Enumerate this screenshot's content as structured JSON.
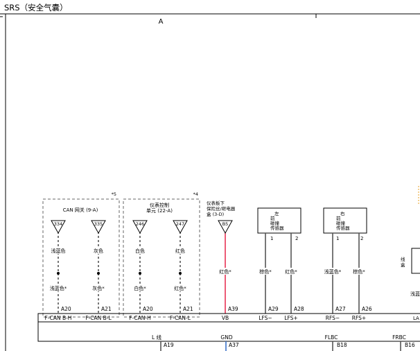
{
  "page_title": "SRS（安全气囊）",
  "zone_label": "A",
  "boxes": [
    {
      "note": "*5",
      "label": "CAN 网关 (9-A)"
    },
    {
      "note": "*4",
      "label_lines": [
        "仪表控制",
        "单元 (22-A)"
      ]
    }
  ],
  "dash_relay_label": [
    "仪表板下",
    "保险丝/继电器",
    "盒 (3-D)"
  ],
  "sensors": [
    {
      "name": "左前碰撞传感器",
      "lines": [
        "左",
        "前",
        "碰撞",
        "传感器"
      ],
      "pins": [
        "1",
        "2"
      ]
    },
    {
      "name": "右前碰撞传感器",
      "lines": [
        "右",
        "前",
        "碰撞",
        "传感器"
      ],
      "pins": [
        "1",
        "2"
      ]
    }
  ],
  "right_partial_label": [
    "线",
    "盒"
  ],
  "right_partial_color": "浅蓝",
  "connector_pins": [
    {
      "id": "334",
      "top_color": "浅蓝色",
      "bottom_color": "浅蓝色*",
      "cavity": "A20",
      "signal": "F-CAN B-H"
    },
    {
      "id": "335",
      "top_color": "灰色",
      "bottom_color": "灰色*",
      "cavity": "A21",
      "signal": "F-CAN B-L"
    },
    {
      "id": "246",
      "top_color": "白色",
      "bottom_color": "白色*",
      "cavity": "A20",
      "signal": "F-CAN-H"
    },
    {
      "id": "247",
      "top_color": "红色",
      "bottom_color": "红色*",
      "cavity": "A21",
      "signal": "F-CAN-L"
    },
    {
      "id": "B5",
      "top_color": "",
      "bottom_color": "红色*",
      "cavity": "A39",
      "signal": "VB"
    },
    {
      "id": "1",
      "top_color": "",
      "bottom_color": "棕色*",
      "cavity": "A29",
      "signal": "LFS−"
    },
    {
      "id": "2",
      "top_color": "",
      "bottom_color": "红色*",
      "cavity": "A28",
      "signal": "LFS+"
    },
    {
      "id": "1",
      "top_color": "",
      "bottom_color": "浅蓝色*",
      "cavity": "A27",
      "signal": "RFS−"
    },
    {
      "id": "2",
      "top_color": "",
      "bottom_color": "棕色*",
      "cavity": "A26",
      "signal": "RFS+"
    }
  ],
  "partial_signal": "LA",
  "bottom_signals": [
    {
      "signal": "L 线",
      "cavity": "A19"
    },
    {
      "signal": "GND",
      "cavity": "A37"
    },
    {
      "signal": "FLBC",
      "cavity": "B18"
    },
    {
      "signal": "FRBC",
      "cavity": "B16"
    }
  ],
  "colors": {
    "wire_red": "#e2002c",
    "wire_blue": "#3a72c8",
    "wire_dark": "#555555",
    "line": "#000000"
  }
}
